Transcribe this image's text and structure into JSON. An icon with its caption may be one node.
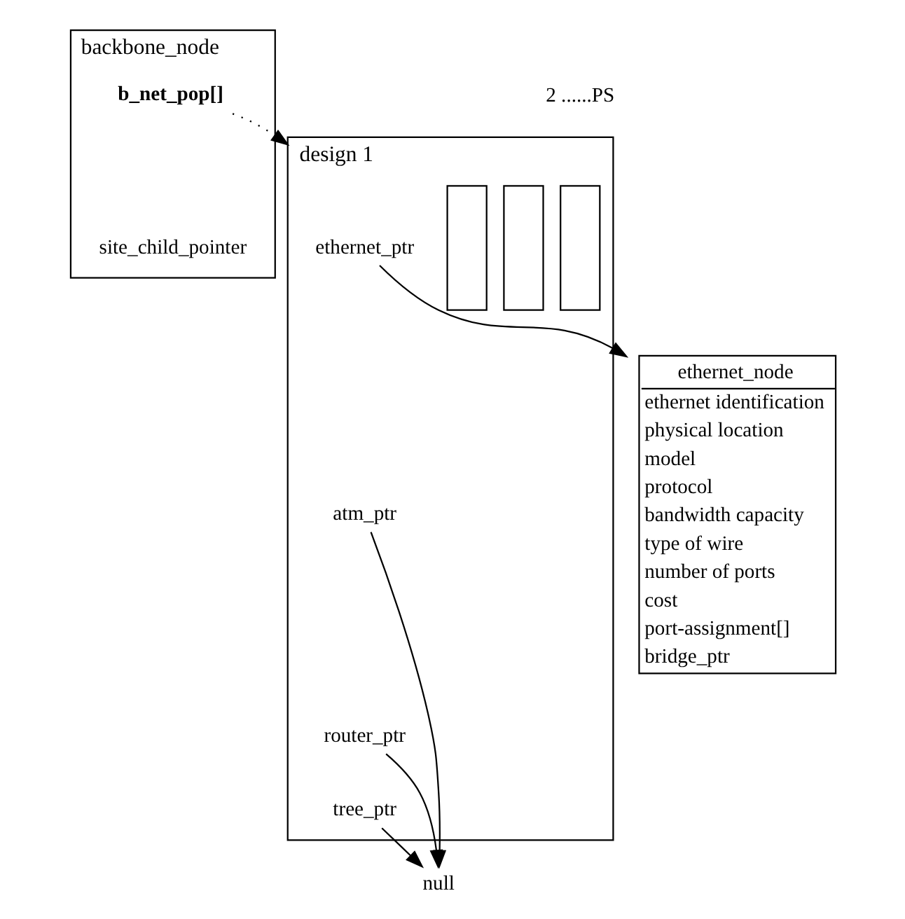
{
  "diagram": {
    "nodes": [
      {
        "text": [
          "backbone_node"
        ]
      },
      {
        "text": [
          "b_net_pop[]"
        ],
        "in": 0
      },
      {
        "text": [
          "site_child_pointer"
        ],
        "in": 0
      },
      {
        "text": [
          "design 1"
        ]
      },
      {
        "text": [
          "ethernet_ptr"
        ],
        "in": 3
      },
      {
        "text": [
          "atm_ptr"
        ],
        "in": 3
      },
      {
        "text": [
          "router_ptr"
        ],
        "in": 3
      },
      {
        "text": [
          "tree_ptr"
        ],
        "in": 3
      },
      {
        "text": [],
        "shape": "box",
        "in": 3
      },
      {
        "text": [],
        "shape": "box",
        "in": 3
      },
      {
        "text": [],
        "shape": "box",
        "in": 3
      },
      {
        "text": [
          "null"
        ]
      },
      {
        "text": [
          "ethernet_node",
          "ethernet identification",
          "physical location",
          "model",
          "protocol",
          "bandwidth capacity",
          "type of wire",
          "number of ports",
          "cost",
          "port-assignment[]",
          "bridge_ptr"
        ]
      }
    ],
    "edges": [
      {
        "from": 1,
        "to": 3,
        "arrow": "to",
        "style": "dashed"
      },
      {
        "from": 4,
        "to": 12,
        "arrow": "to"
      },
      {
        "from": 5,
        "to": 11,
        "arrow": "to"
      },
      {
        "from": 6,
        "to": 11,
        "arrow": "to"
      },
      {
        "from": 7,
        "to": 11,
        "arrow": "to"
      }
    ],
    "labels": [
      "2 ......PS"
    ]
  }
}
